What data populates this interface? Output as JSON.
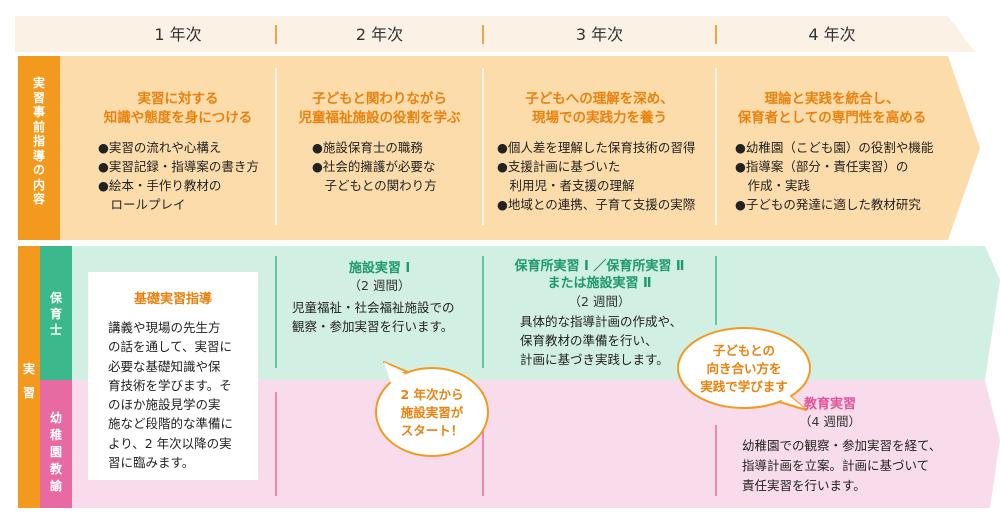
{
  "colors": {
    "orange": "#f39a1e",
    "orange_light": "#fcdcaa",
    "green": "#3cb98c",
    "green_light": "#d2efe3",
    "pink": "#e76aa3",
    "pink_light": "#f8dceb",
    "header_bg": "#fbf1e4",
    "text_orange": "#e8820f",
    "text_green": "#1e9a6e",
    "text_pink": "#e0559a"
  },
  "years": [
    "1 年次",
    "2 年次",
    "3 年次",
    "4 年次"
  ],
  "side_labels": {
    "guidance": "実習事前指導の内容",
    "practice": "実習",
    "nursery": "保育士",
    "kinder": "幼稚園教諭"
  },
  "guidance": [
    {
      "heading": [
        "実習に対する",
        "知識や態度を身につける"
      ],
      "bullets": [
        "●実習の流れや心構え",
        "●実習記録・指導案の書き方",
        "●絵本・手作り教材の",
        "　ロールプレイ"
      ]
    },
    {
      "heading": [
        "子どもと関わりながら",
        "児童福祉施設の役割を学ぶ"
      ],
      "bullets": [
        "●施設保育士の職務",
        "●社会的擁護が必要な",
        "　子どもとの関わり方"
      ]
    },
    {
      "heading": [
        "子どもへの理解を深め、",
        "現場での実践力を養う"
      ],
      "bullets": [
        "●個人差を理解した保育技術の習得",
        "●支援計画に基づいた",
        "　利用児・者支援の理解",
        "●地域との連携、子育て支援の実際"
      ]
    },
    {
      "heading": [
        "理論と実践を統合し、",
        "保育者としての専門性を高める"
      ],
      "bullets": [
        "●幼稚園（こども園）の役割や機能",
        "●指導案（部分・責任実習）の",
        "　作成・実践",
        "●子どもの発達に適した教材研究"
      ]
    }
  ],
  "basic": {
    "title": "基礎実習指導",
    "lines": [
      "講義や現場の先生方",
      "の話を通して、実習に",
      "必要な基礎知識や保",
      "育技術を学びます。そ",
      "のほか施設見学の実",
      "施など段階的な準備に",
      "より、2 年次以降の実",
      "習に臨みます。"
    ]
  },
  "facility": {
    "title": "施設実習 Ⅰ",
    "duration": "（2 週間）",
    "lines": [
      "児童福祉・社会福祉施設での",
      "観察・参加実習を行います。"
    ]
  },
  "nursery_practice": {
    "title": [
      "保育所実習 Ⅰ ／保育所実習 Ⅱ",
      "または施設実習 Ⅱ"
    ],
    "duration": "（2 週間）",
    "lines": [
      "具体的な指導計画の作成や、",
      "保育教材の準備を行い、",
      "計画に基づき実践します。"
    ]
  },
  "kinder_practice": {
    "title": "教育実習",
    "duration": "（4 週間）",
    "lines": [
      "幼稚園での観察・参加実習を経て、",
      "指導計画を立案。計画に基づいて",
      "責任実習を行います。"
    ]
  },
  "bubbles": {
    "start": [
      "2 年次から",
      "施設実習が",
      "スタート！"
    ],
    "face": [
      "子どもとの",
      "向き合い方を",
      "実践で学びます"
    ]
  }
}
